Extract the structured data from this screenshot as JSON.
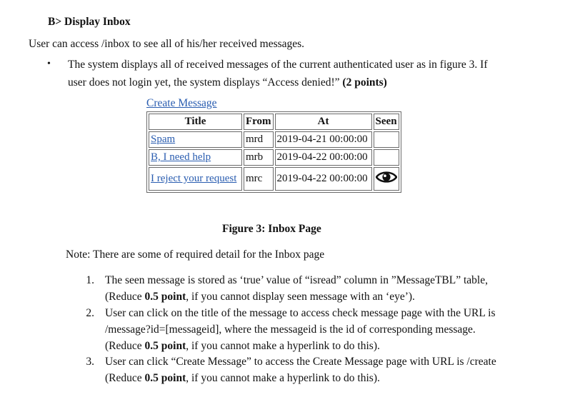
{
  "heading": "B> Display Inbox",
  "intro": "User can access /inbox to see all of his/her received messages.",
  "bullet": {
    "marker": "•",
    "line1": "The system displays all of received messages of the current authenticated user as in figure 3. If",
    "line2_text": "user does not login yet, the system displays “Access denied!” ",
    "line2_bold": "(2 points)"
  },
  "figure": {
    "create_link": "Create Message",
    "columns": [
      "Title",
      "From",
      "At",
      "Seen"
    ],
    "rows": [
      {
        "title": "Spam",
        "from": "mrd",
        "at": "2019-04-21 00:00:00",
        "seen": false
      },
      {
        "title": "B, I need help",
        "from": "mrb",
        "at": "2019-04-22 00:00:00",
        "seen": false
      },
      {
        "title": "I reject your request",
        "from": "mrc",
        "at": "2019-04-22 00:00:00",
        "seen": true
      }
    ],
    "seen_icon": "eye-icon",
    "caption": "Figure 3: Inbox Page"
  },
  "note": "Note: There are some of required detail for the Inbox page",
  "items": [
    {
      "number": "1.",
      "line1": "The seen message is stored as ‘true’ value of “isread” column in ”MessageTBL” table,",
      "line2_pre": "(Reduce ",
      "line2_bold": "0.5 point",
      "line2_post": ", if you cannot display seen message with an ‘eye’)."
    },
    {
      "number": "2.",
      "line1": "User can click on the title of the message to access check message page with the URL is",
      "line2": "/message?id=[messageid], where the messageid is the id of corresponding message.",
      "line3_pre": "(Reduce ",
      "line3_bold": "0.5 point",
      "line3_post": ", if you cannot make a hyperlink to do this)."
    },
    {
      "number": "3.",
      "line1": "User can click “Create Message” to access the Create Message page with URL is /create",
      "line2_pre": "(Reduce ",
      "line2_bold": "0.5 point",
      "line2_post": ", if you cannot make a hyperlink to do this)."
    }
  ]
}
